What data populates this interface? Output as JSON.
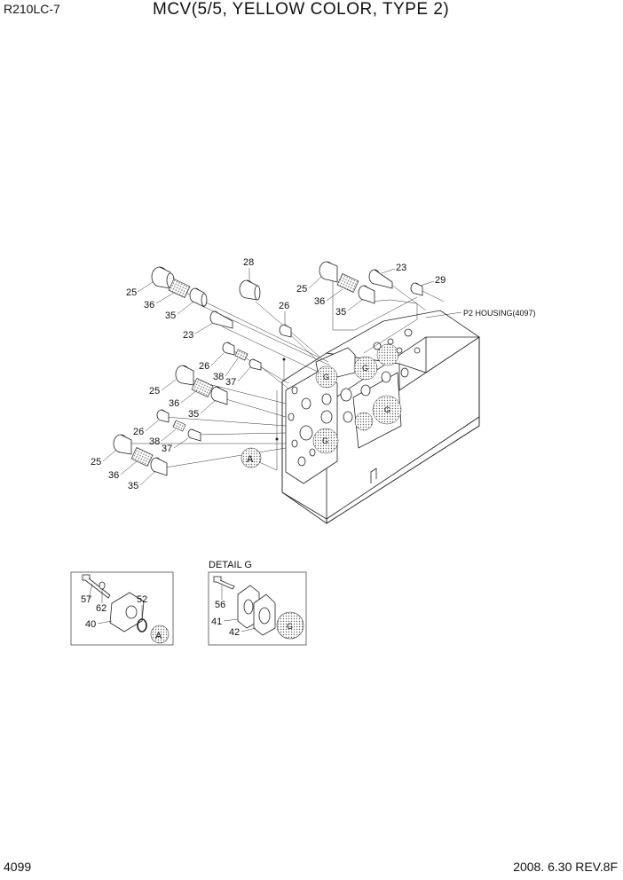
{
  "header": {
    "model": "R210LC-7",
    "title": "MCV(5/5, YELLOW COLOR, TYPE 2)"
  },
  "footer": {
    "page": "4099",
    "revision": "2008. 6.30  REV.8F"
  },
  "housing_label": "P2 HOUSING(4097)",
  "detail_title": "DETAIL  G",
  "ref_a": "A",
  "ref_g": "G",
  "callouts": {
    "c25a": "25",
    "c36a": "36",
    "c35a": "35",
    "c23a": "23",
    "c28": "28",
    "c26a": "26",
    "c25b": "25",
    "c36b": "36",
    "c35b": "35",
    "c23b": "23",
    "c29": "29",
    "c26b": "26",
    "c38a": "38",
    "c37a": "37",
    "c25c": "25",
    "c36c": "36",
    "c35c": "35",
    "c26c": "26",
    "c38b": "38",
    "c37b": "37",
    "c25d": "25",
    "c36d": "36",
    "c35d": "35",
    "c57": "57",
    "c62": "62",
    "c52": "52",
    "c40": "40",
    "c56": "56",
    "c41": "41",
    "c42": "42"
  }
}
